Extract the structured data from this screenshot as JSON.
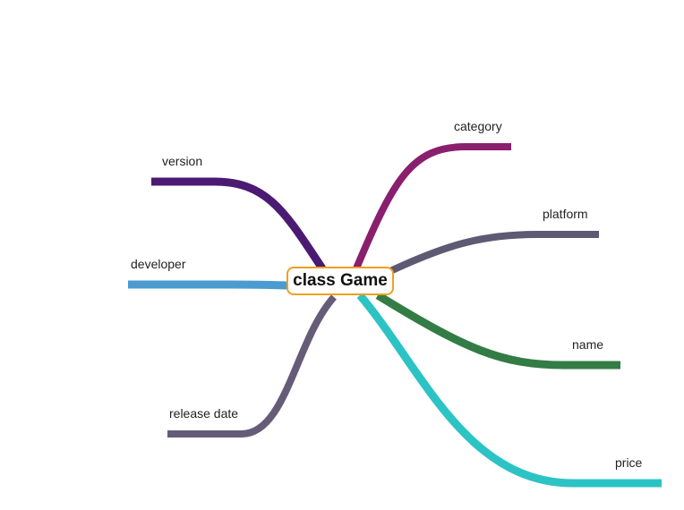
{
  "root": {
    "label": "class Game",
    "border_color": "#f0a020"
  },
  "branches": [
    {
      "id": "version",
      "label": "version",
      "color": "#4b1a73"
    },
    {
      "id": "developer",
      "label": "developer",
      "color": "#4a9bd0"
    },
    {
      "id": "release-date",
      "label": "release date",
      "color": "#665c78"
    },
    {
      "id": "category",
      "label": "category",
      "color": "#8a1f6e"
    },
    {
      "id": "platform",
      "label": "platform",
      "color": "#5e5a74"
    },
    {
      "id": "name",
      "label": "name",
      "color": "#337c45"
    },
    {
      "id": "price",
      "label": "price",
      "color": "#2cc3c4"
    }
  ]
}
